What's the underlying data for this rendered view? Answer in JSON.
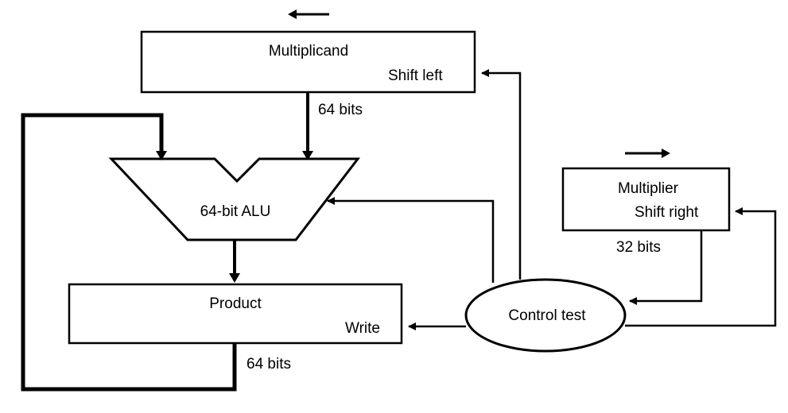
{
  "multiplicand": {
    "name": "Multiplicand",
    "operation": "Shift left",
    "width_label": "64 bits"
  },
  "alu": {
    "name": "64-bit ALU"
  },
  "product": {
    "name": "Product",
    "operation": "Write",
    "width_label": "64 bits"
  },
  "multiplier": {
    "name": "Multiplier",
    "operation": "Shift right",
    "width_label": "32 bits"
  },
  "control": {
    "name": "Control test"
  },
  "colors": {
    "stroke": "#000000",
    "background": "#ffffff"
  }
}
